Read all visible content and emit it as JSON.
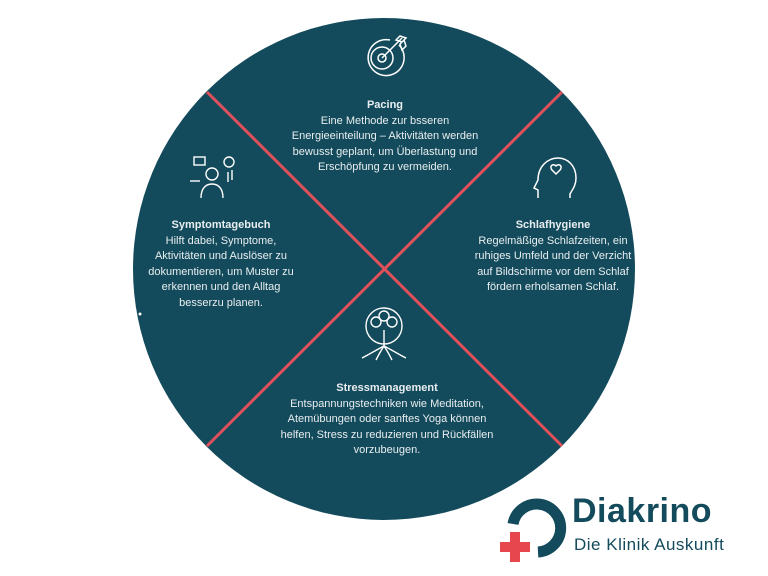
{
  "colors": {
    "circle": "#144b5c",
    "divider": "#e0505a",
    "logo_red": "#e8464f"
  },
  "sections": [
    {
      "id": "pacing",
      "icon": "target-icon",
      "title": "Pacing",
      "text": "Eine Methode zur bsseren Energieeinteilung – Aktivitäten werden bewusst geplant, um Überlastung und Erschöpfung zu vermeiden."
    },
    {
      "id": "schlafhygiene",
      "icon": "head-heart-icon",
      "title": "Schlafhygiene",
      "text": "Regelmäßige Schlafzeiten, ein ruhiges Umfeld und der Verzicht auf Bildschirme vor dem Schlaf fördern erholsamen Schlaf."
    },
    {
      "id": "stressmanagement",
      "icon": "tree-icon",
      "title": "Stressmanagement",
      "text": "Entspannungstechniken wie Meditation, Atemübungen oder sanftes Yoga können helfen, Stress zu reduzieren und Rückfällen vorzubeugen."
    },
    {
      "id": "symptomtagebuch",
      "icon": "person-media-icon",
      "title": "Symptomtagebuch",
      "text": "Hilft dabei, Symptome, Aktivitäten und Auslöser zu dokumentieren, um Muster zu erkennen und den Alltag besserzu planen."
    }
  ],
  "logo": {
    "name": "Diakrino",
    "tagline": "Die Klinik Auskunft"
  }
}
